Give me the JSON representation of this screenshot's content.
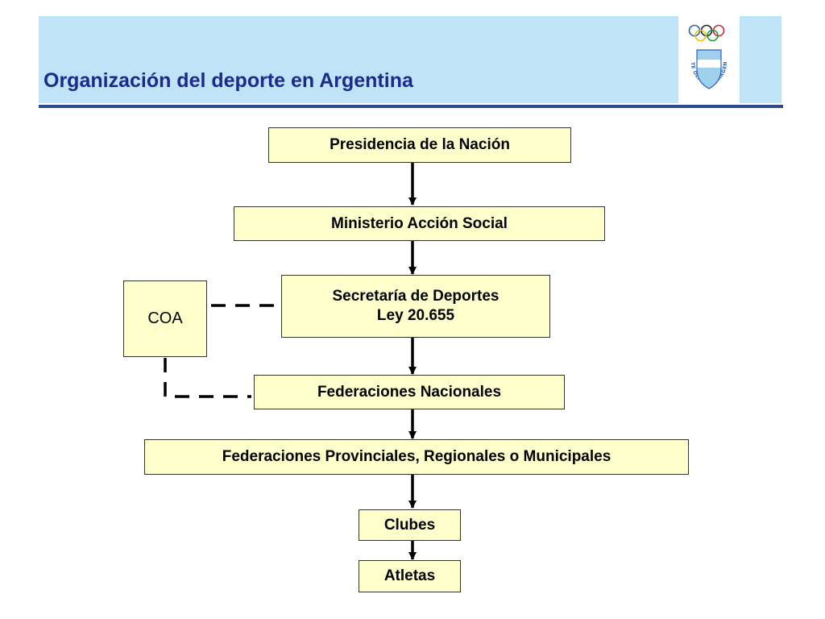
{
  "header": {
    "title": "Organización del deporte en Argentina",
    "logo_text": "COMITE OLIMPICO ARGENTINO"
  },
  "nodes": {
    "presidencia": "Presidencia de la Nación",
    "ministerio": "Ministerio Acción Social",
    "secretaria_line1": "Secretaría de Deportes",
    "secretaria_line2": "Ley 20.655",
    "coa": "COA",
    "federaciones_nacionales": "Federaciones Nacionales",
    "federaciones_provinciales": "Federaciones Provinciales, Regionales o Municipales",
    "clubes": "Clubes",
    "atletas": "Atletas"
  },
  "colors": {
    "header_band": "#bfe3f7",
    "title": "#1b2a8c",
    "rule": "#2c4a8c",
    "box_fill": "#ffffcc",
    "ring_blue": "#2a64b8",
    "ring_black": "#222222",
    "ring_red": "#d22630",
    "ring_yellow": "#f2c200",
    "ring_green": "#1a9a3a"
  }
}
